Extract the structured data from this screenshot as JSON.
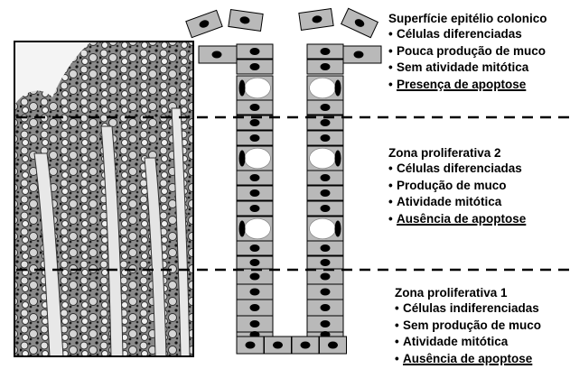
{
  "zones": [
    {
      "title": "Superfície epitélio colonico",
      "items": [
        {
          "text": "Células diferenciadas",
          "underline": false
        },
        {
          "text": "Pouca produção de muco",
          "underline": false
        },
        {
          "text": "Sem atividade mitótica",
          "underline": false
        },
        {
          "text": "Presença de apoptose",
          "underline": true
        }
      ]
    },
    {
      "title": "Zona proliferativa 2",
      "items": [
        {
          "text": "Células diferenciadas",
          "underline": false
        },
        {
          "text": "Produção de muco",
          "underline": false
        },
        {
          "text": "Atividade mitótica",
          "underline": false
        },
        {
          "text": "Ausência de apoptose",
          "underline": true
        }
      ]
    },
    {
      "title": "Zona proliferativa 1",
      "items": [
        {
          "text": "Células indiferenciadas",
          "underline": false
        },
        {
          "text": "Sem produção de muco",
          "underline": false
        },
        {
          "text": "Atividade mitótica",
          "underline": false
        },
        {
          "text": "Ausência de apoptose",
          "underline": true
        }
      ]
    }
  ],
  "bullet": "•",
  "colors": {
    "cell_fill": "#b9b9b9",
    "nucleus": "#000000",
    "goblet": "#ffffff",
    "divider": "#000000"
  }
}
